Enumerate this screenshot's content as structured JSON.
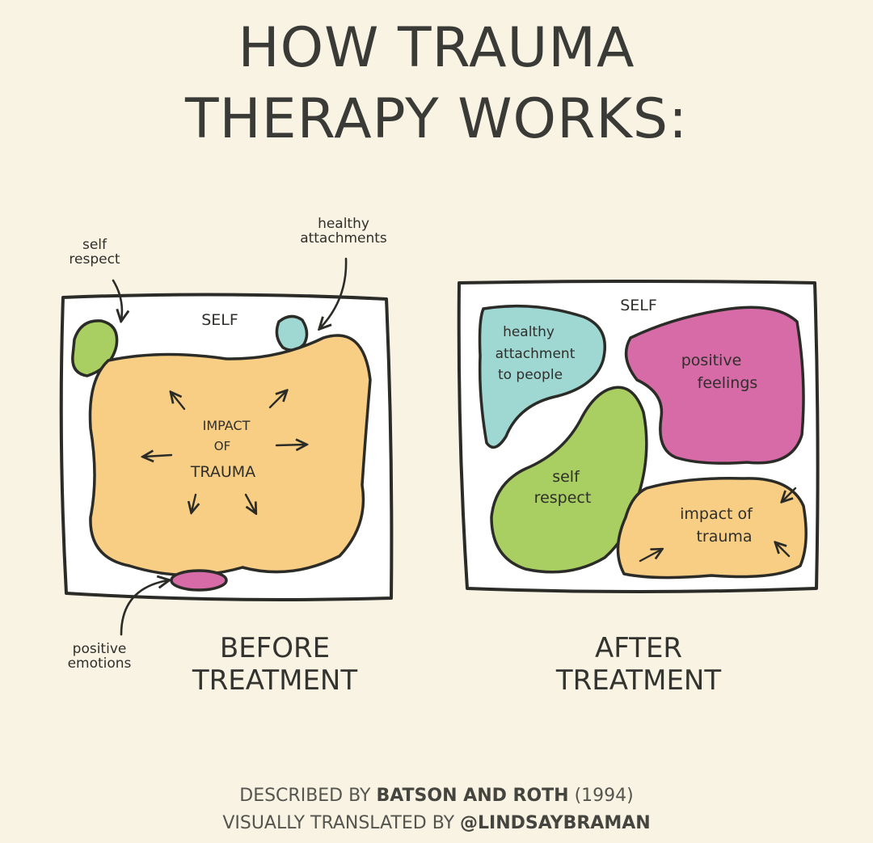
{
  "title": {
    "line1": "HOW TRAUMA",
    "line2": "THERAPY WORKS:"
  },
  "before": {
    "self_label": "SELF",
    "impact_line1": "IMPACT",
    "impact_line2": "OF",
    "impact_line3": "TRAUMA",
    "self_respect_line1": "self",
    "self_respect_line2": "respect",
    "healthy_line1": "healthy",
    "healthy_line2": "attachments",
    "positive_line1": "positive",
    "positive_line2": "emotions",
    "caption_line1": "BEFORE",
    "caption_line2": "TREATMENT"
  },
  "after": {
    "self_label": "SELF",
    "healthy_line1": "healthy",
    "healthy_line2": "attachment",
    "healthy_line3": "to people",
    "positive_line1": "positive",
    "positive_line2": "feelings",
    "self_respect_line1": "self",
    "self_respect_line2": "respect",
    "impact_line1": "impact of",
    "impact_line2": "trauma",
    "caption_line1": "AFTER",
    "caption_line2": "TREATMENT"
  },
  "credits": {
    "line1_prefix": "DESCRIBED BY ",
    "line1_authors": "BATSON AND ROTH",
    "line1_year": " (1994)",
    "line2_prefix": "VISUALLY TRANSLATED BY ",
    "line2_handle": "@LINDSAYBRAMAN"
  },
  "colors": {
    "background": "#f9f3e3",
    "box": "#ffffff",
    "outline": "#2b2b27",
    "trauma": "#f8ce85",
    "self_respect": "#a9ce62",
    "attachment": "#9fd7d3",
    "positive": "#d66ba8"
  }
}
